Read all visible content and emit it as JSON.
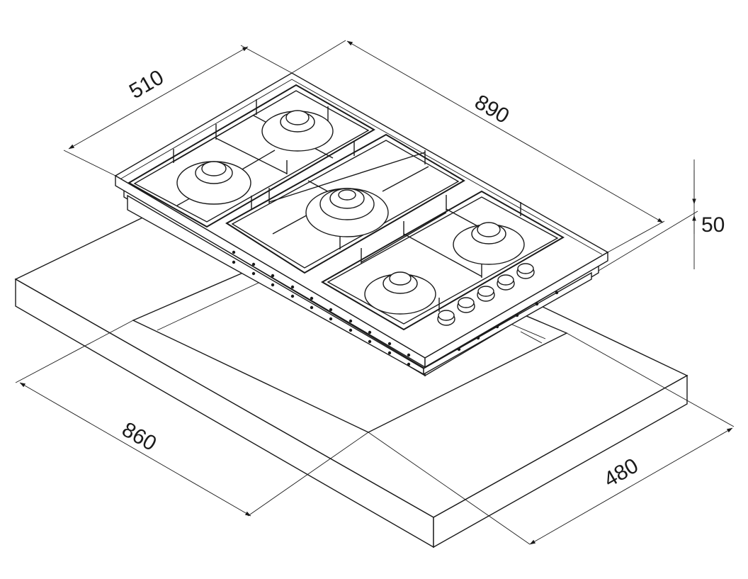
{
  "dimensions": {
    "hob_depth": "510",
    "hob_width": "890",
    "hob_height": "50",
    "cutout_width": "860",
    "cutout_depth": "480"
  },
  "colors": {
    "line": "#1a1a1a",
    "background": "#ffffff"
  }
}
